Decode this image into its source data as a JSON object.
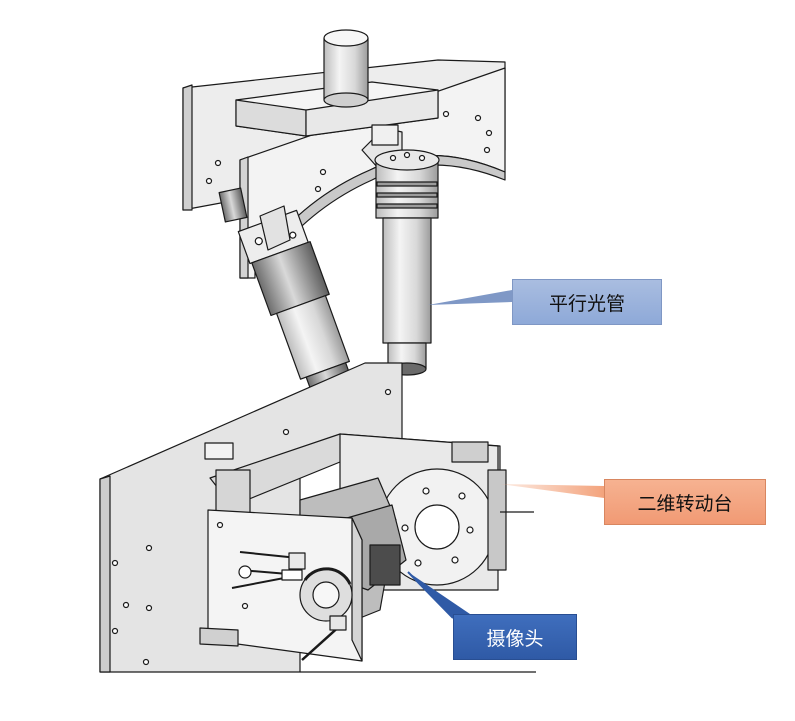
{
  "labels": {
    "collimator": "平行光管",
    "turntable": "二维转动台",
    "camera": "摄像头"
  },
  "colors": {
    "collimator_box": "#9bb3de",
    "turntable_box": "#f4a57f",
    "camera_box": "#3766b5",
    "line": "#1a1a1a",
    "metal": "#e7e7e7"
  }
}
